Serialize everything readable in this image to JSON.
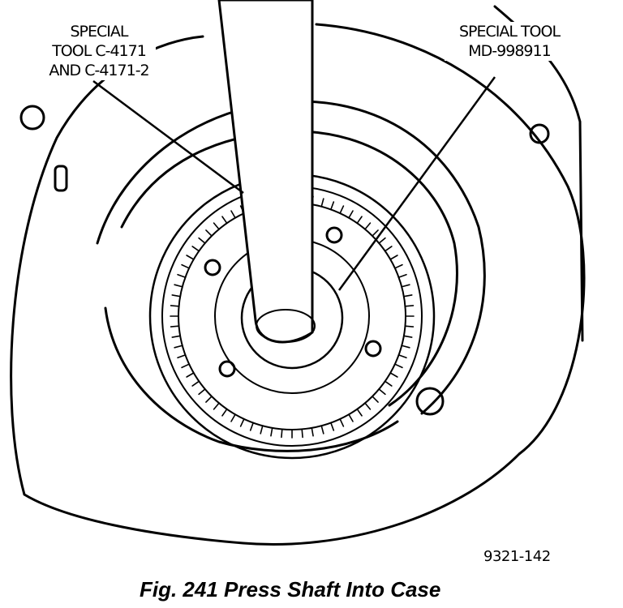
{
  "figure": {
    "callouts": [
      {
        "lines": [
          "SPECIAL",
          "TOOL C-4171",
          "AND C-4171-2"
        ]
      },
      {
        "lines": [
          "SPECIAL TOOL",
          "MD-998911"
        ]
      }
    ],
    "code": "9321-142",
    "caption": "Fig. 241 Press Shaft Into Case"
  }
}
